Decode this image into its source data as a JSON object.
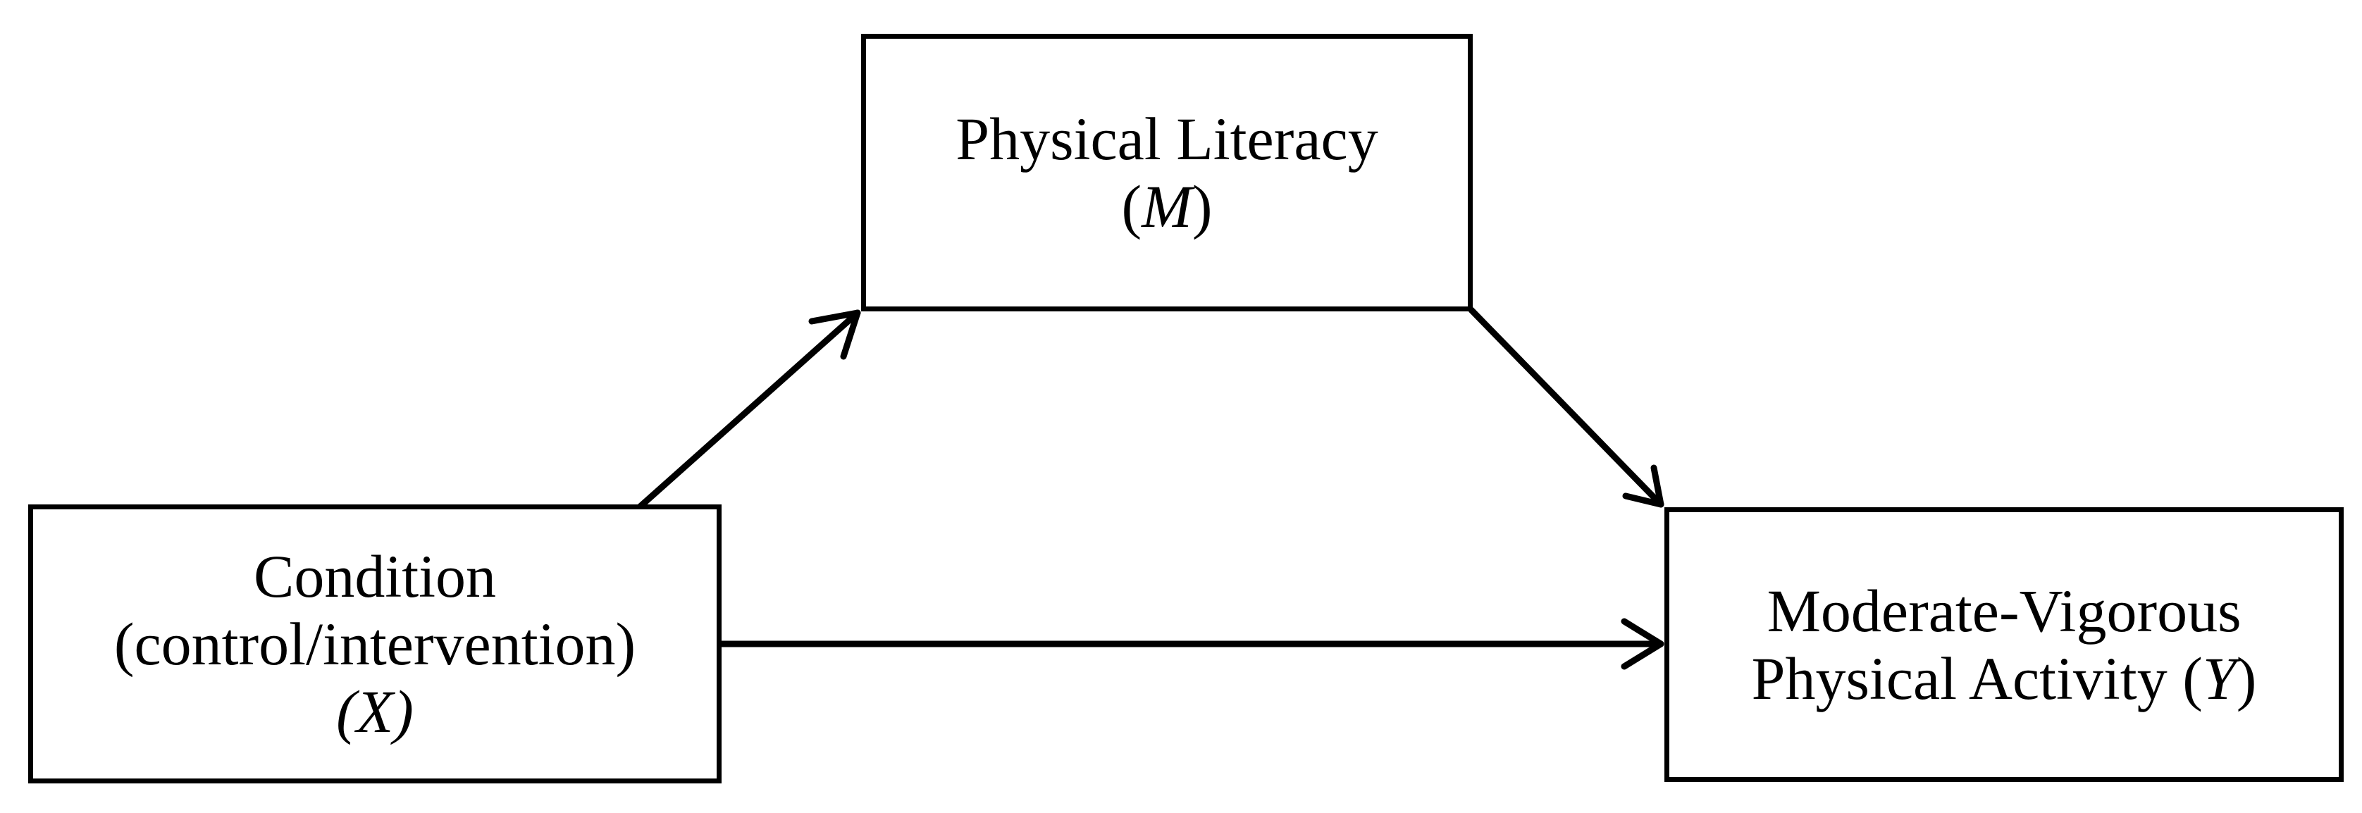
{
  "diagram": {
    "nodes": {
      "mediator": {
        "line1": "Physical Literacy",
        "line2_open": "(",
        "line2_var": "M",
        "line2_close": ")"
      },
      "predictor": {
        "line1": "Condition",
        "line2": "(control/intervention)",
        "line3": "(X)"
      },
      "outcome": {
        "line1": "Moderate-Vigorous",
        "line2_text": "Physical Activity (",
        "line2_var": "Y",
        "line2_close": ")"
      }
    },
    "edges": [
      {
        "from": "predictor",
        "to": "mediator"
      },
      {
        "from": "mediator",
        "to": "outcome"
      },
      {
        "from": "predictor",
        "to": "outcome"
      }
    ],
    "colors": {
      "stroke": "#000000",
      "background": "#ffffff"
    }
  }
}
